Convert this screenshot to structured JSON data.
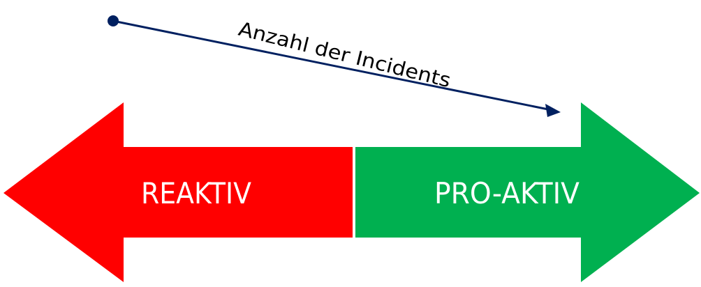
{
  "trend_label": "Anzahl der Incidents",
  "left_arrow": {
    "label": "REAKTIV",
    "color": "#FF0000"
  },
  "right_arrow": {
    "label": "PRO-AKTIV",
    "color": "#00B050"
  },
  "trend_color": "#002060"
}
